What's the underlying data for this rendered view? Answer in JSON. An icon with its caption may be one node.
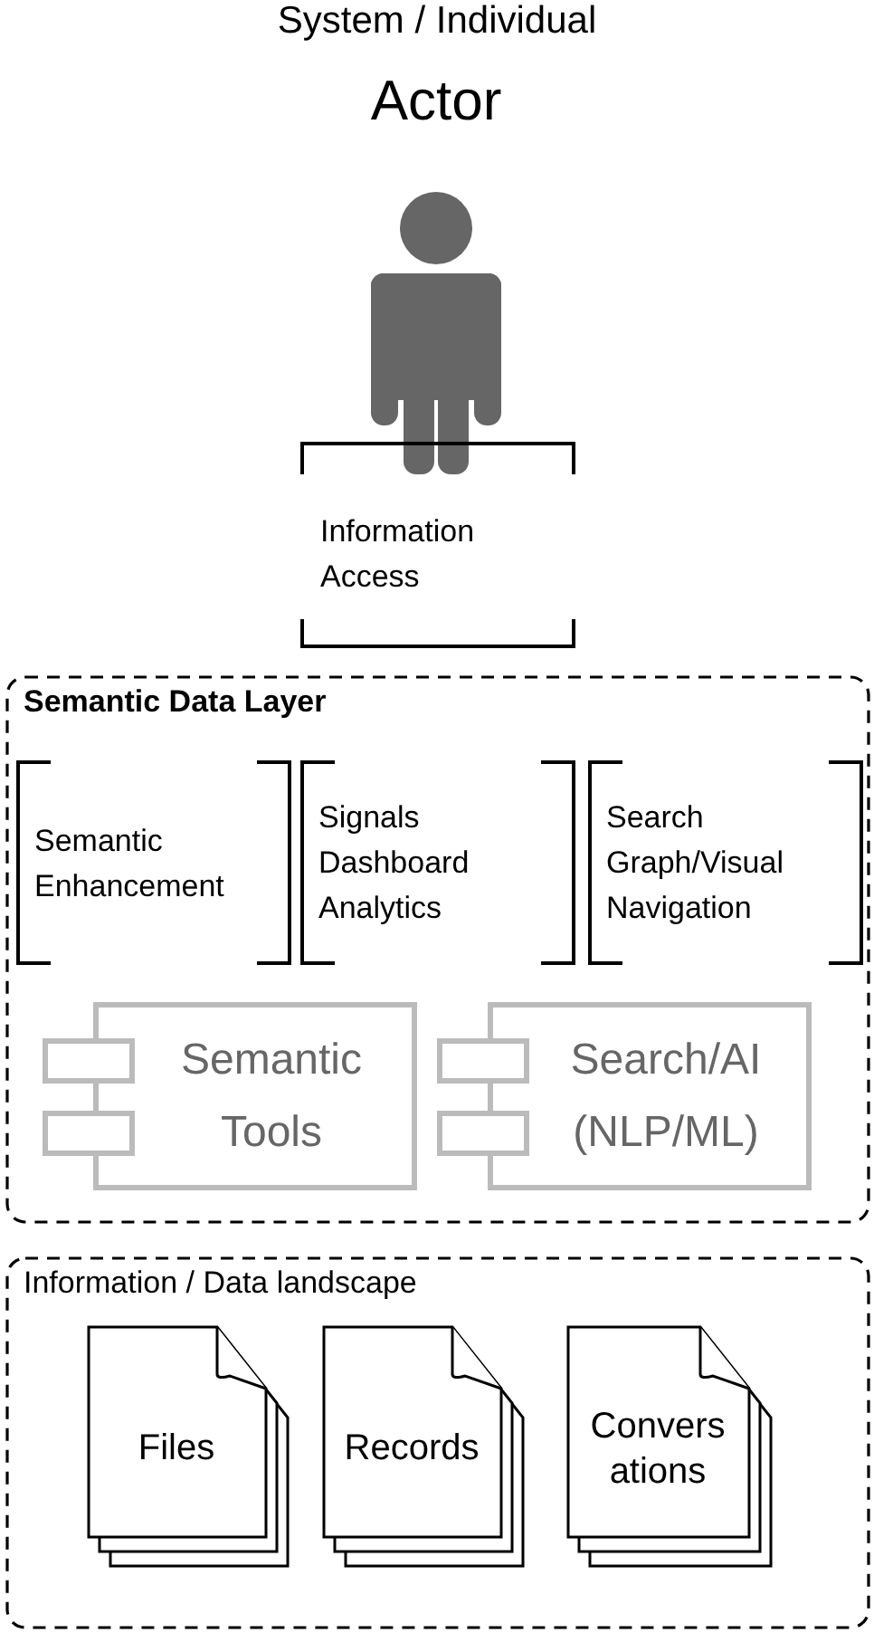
{
  "diagram": {
    "title": "System / Individual",
    "nodes": [
      {
        "text": [
          "Actor"
        ]
      },
      {
        "text": [
          "Information Access"
        ]
      },
      {
        "text": [
          "Semantic Data Layer"
        ]
      },
      {
        "text": [
          "Semantic Enhancement"
        ],
        "in": 2
      },
      {
        "text": [
          "Signals Dashboard Analytics"
        ],
        "in": 2
      },
      {
        "text": [
          "Search Graph/Visual Navigation"
        ],
        "in": 2
      },
      {
        "text": [
          "Semantic Tools"
        ],
        "in": 2
      },
      {
        "text": [
          "Search/AI (NLP/ML)"
        ],
        "in": 2
      },
      {
        "text": [
          "Information / Data landscape"
        ]
      },
      {
        "text": [
          "Files"
        ],
        "in": 8
      },
      {
        "text": [
          "Records"
        ],
        "in": 8
      },
      {
        "text": [
          "Convers ations"
        ],
        "in": 8
      }
    ]
  }
}
